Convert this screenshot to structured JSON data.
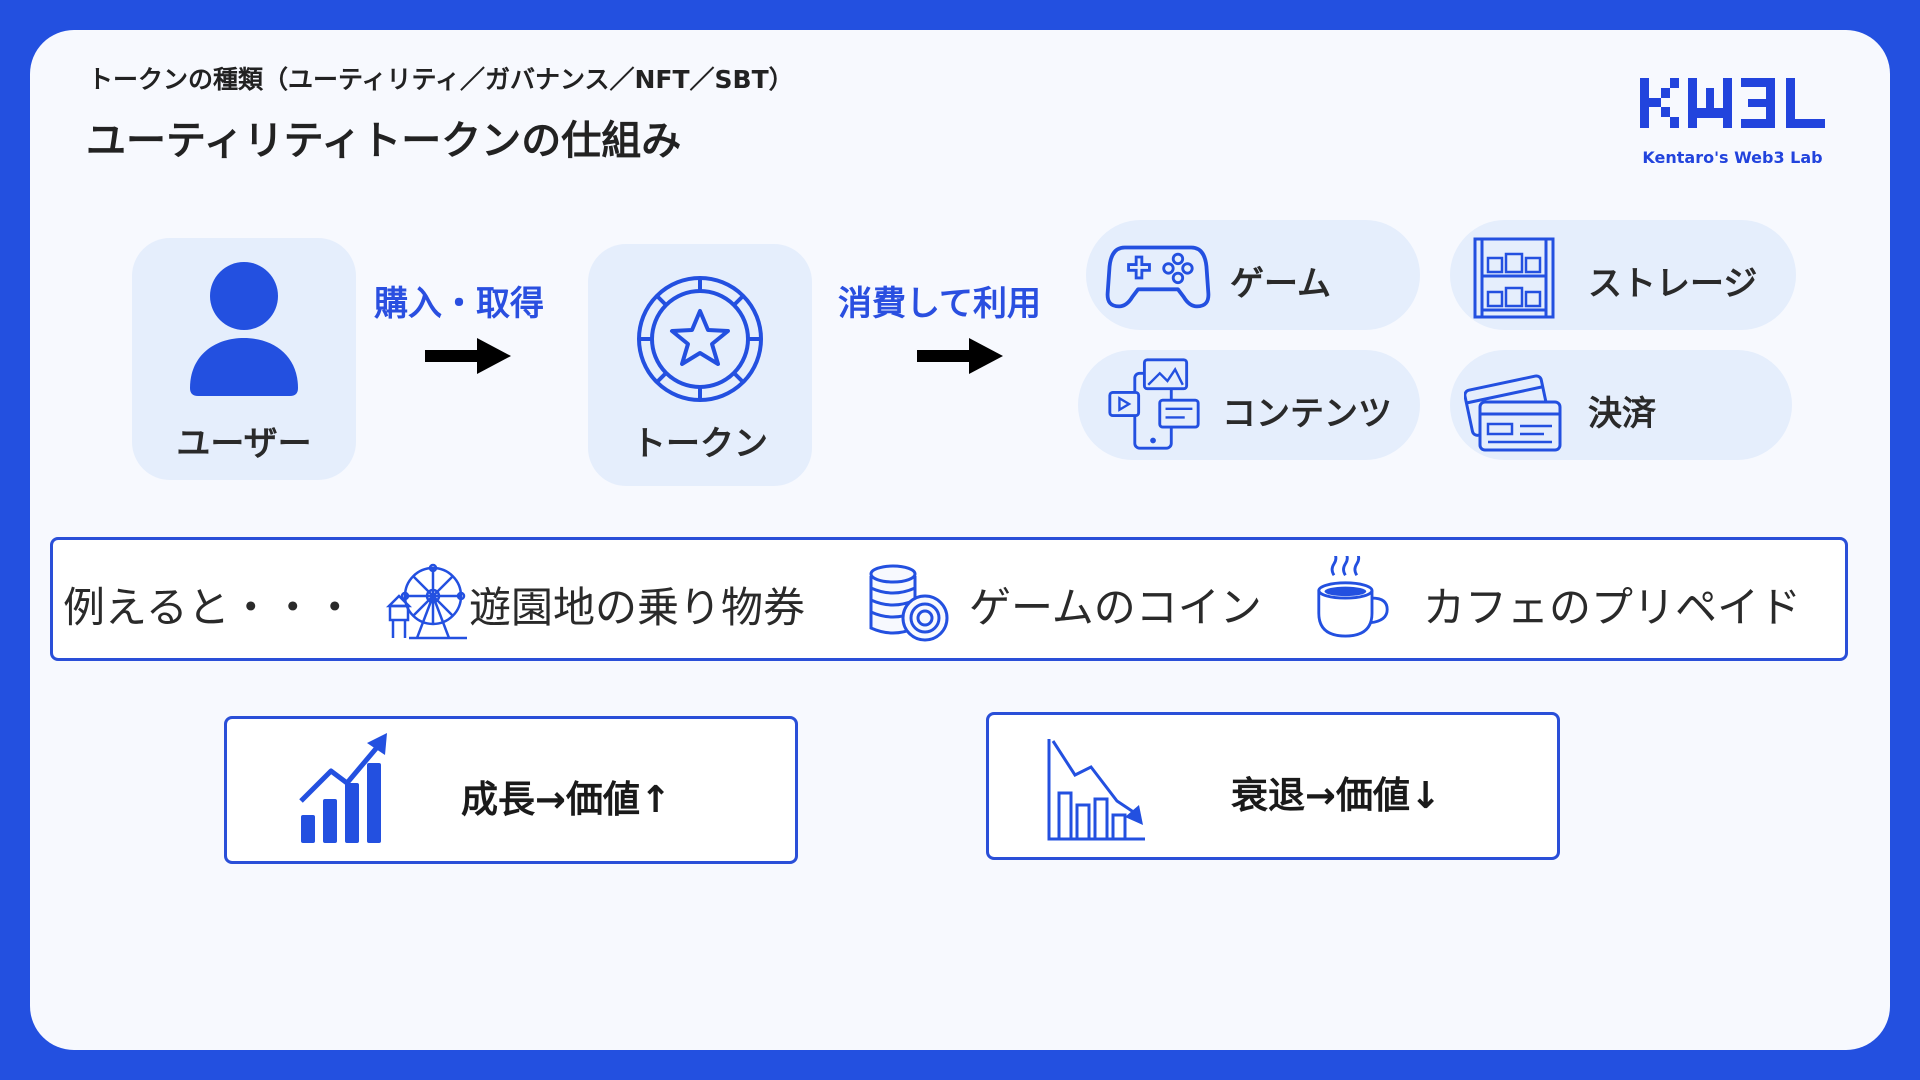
{
  "header": {
    "subtitle": "トークンの種類（ユーティリティ／ガバナンス／NFT／SBT）",
    "title": "ユーティリティトークンの仕組み"
  },
  "logo": {
    "mark": "KW3L",
    "tagline": "Kentaro's Web3 Lab"
  },
  "flow": {
    "user_label": "ユーザー",
    "step1_label": "購入・取得",
    "token_label": "トークン",
    "step2_label": "消費して利用"
  },
  "uses": [
    {
      "label": "ゲーム",
      "icon": "gamepad-icon"
    },
    {
      "label": "ストレージ",
      "icon": "storage-rack-icon"
    },
    {
      "label": "コンテンツ",
      "icon": "media-content-icon"
    },
    {
      "label": "決済",
      "icon": "credit-card-icon"
    }
  ],
  "examples": {
    "lead": "例えると・・・",
    "items": [
      {
        "label": "遊園地の乗り物券",
        "icon": "ferris-wheel-icon"
      },
      {
        "label": "ゲームのコイン",
        "icon": "coin-stack-icon"
      },
      {
        "label": "カフェのプリペイド",
        "icon": "coffee-cup-icon"
      }
    ]
  },
  "outcomes": {
    "growth": {
      "label": "成長→価値↑",
      "icon": "growth-chart-icon"
    },
    "decline": {
      "label": "衰退→価値↓",
      "icon": "decline-chart-icon"
    }
  },
  "colors": {
    "frame": "#2350E0",
    "accent": "#2A4FE0",
    "bubble": "#E5EEFC"
  }
}
